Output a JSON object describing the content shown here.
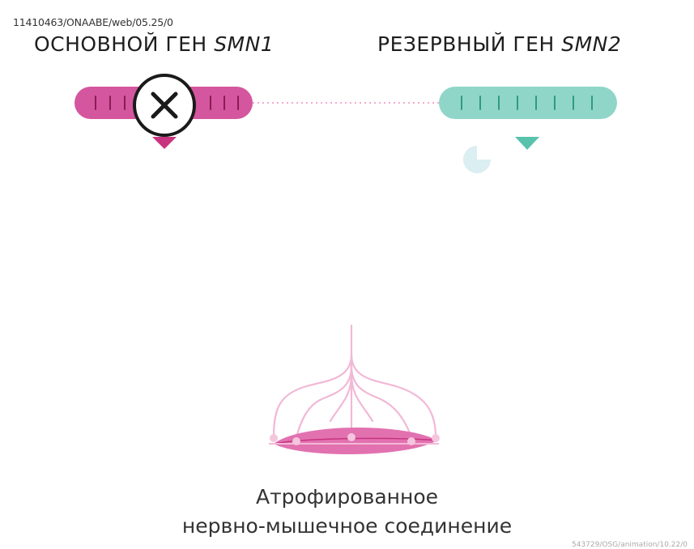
{
  "doc_code": "11410463/ONAABE/web/05.25/0",
  "genes": {
    "primary": {
      "prefix": "ОСНОВНОЙ ГЕН ",
      "name": "SMN1"
    },
    "backup": {
      "prefix": "РЕЗЕРВНЫЙ ГЕН ",
      "name": "SMN2"
    }
  },
  "caption": {
    "line1": "Атрофированное",
    "line2": "нервно-мышечное соединение"
  },
  "footer_code": "543729/OSG/animation/10.22/0",
  "icons": [
    "x-mark-icon",
    "pie-chart-icon",
    "triangle-marker-icon",
    "neuromuscular-junction-icon"
  ],
  "colors": {
    "primary_gene": "#d4569e",
    "backup_gene": "#8fd6c8",
    "marker_primary": "#c8347f",
    "marker_backup": "#58c2ac",
    "nerve": "#f2b8d6",
    "muscle": "#e271b0"
  }
}
